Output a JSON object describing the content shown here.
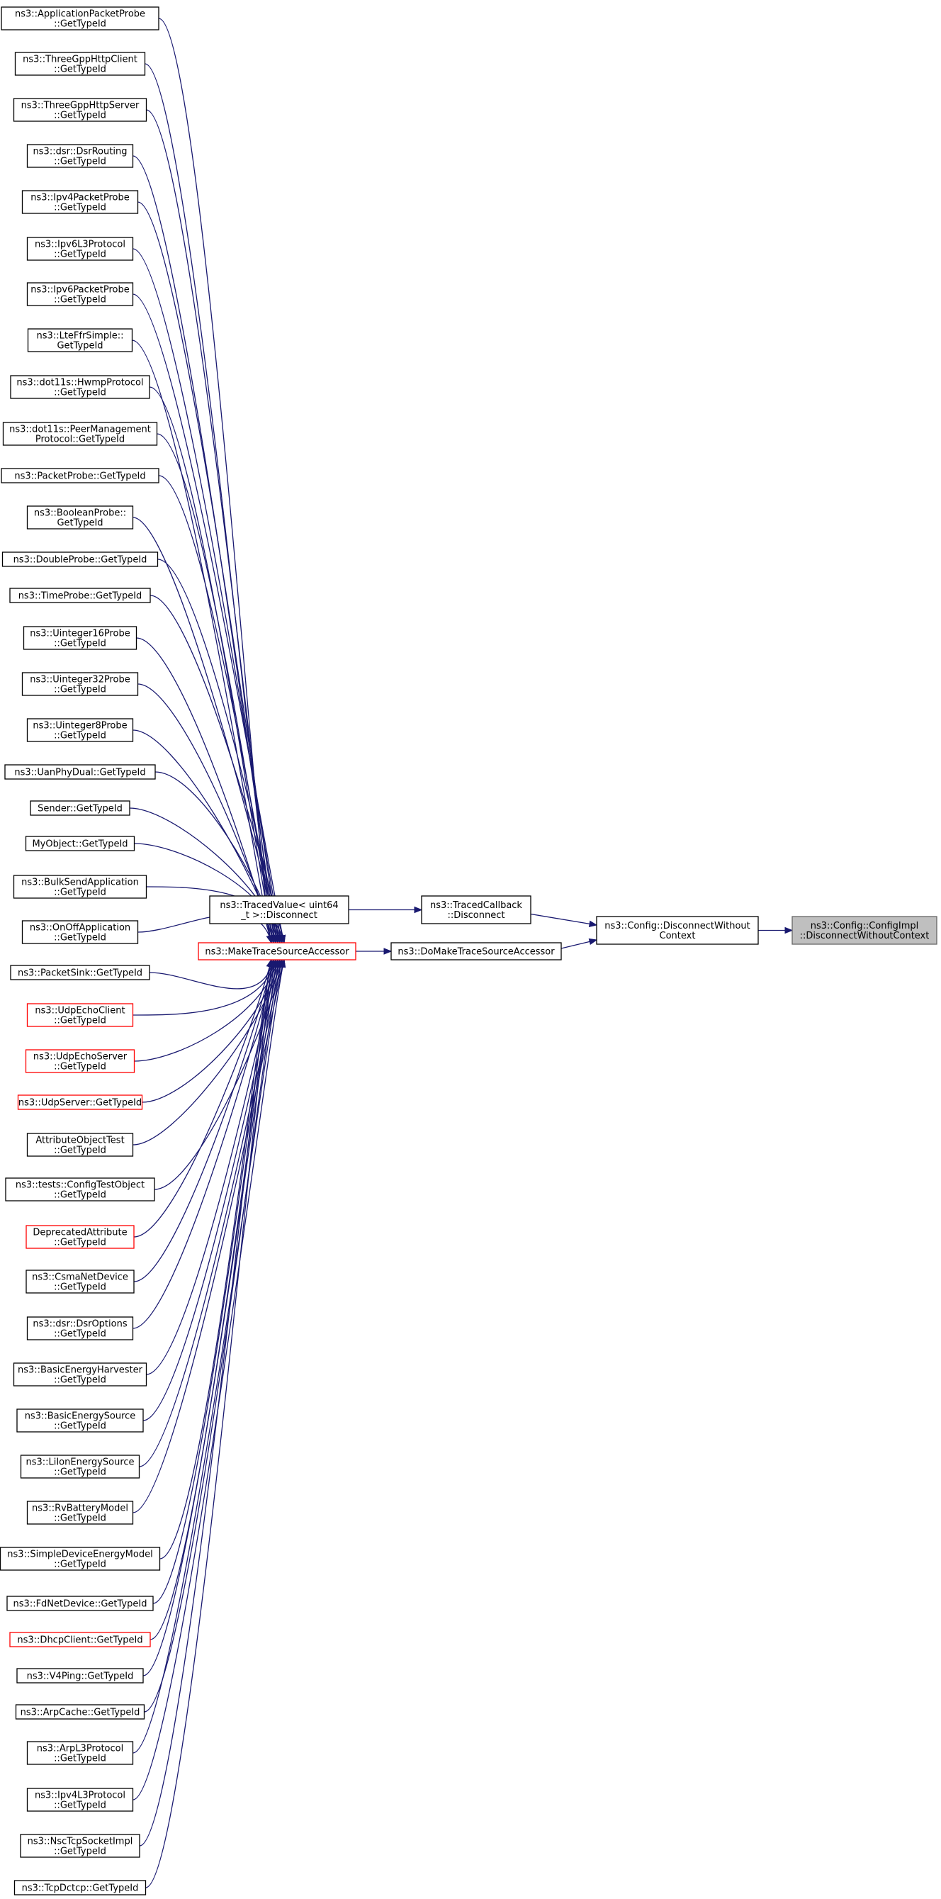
{
  "diagram": {
    "title": "",
    "colors": {
      "edge": "#191970",
      "node_border": "#000000",
      "node_border_red": "#ff0000",
      "root_fill": "#bfbfbf"
    },
    "root": {
      "id": "root",
      "lines": [
        "ns3::Config::ConfigImpl",
        "::DisconnectWithoutContext"
      ]
    },
    "chain": [
      {
        "id": "disconnectWithoutContext",
        "lines": [
          "ns3::Config::DisconnectWithout",
          "Context"
        ]
      },
      {
        "id": "tracedCallbackDisconnect",
        "lines": [
          "ns3::TracedCallback",
          "::Disconnect"
        ]
      },
      {
        "id": "tracedValueDisconnect",
        "lines": [
          "ns3::TracedValue< uint64",
          "_t >::Disconnect"
        ]
      },
      {
        "id": "doMakeTraceSourceAccessor",
        "lines": [
          "ns3::DoMakeTraceSourceAccessor"
        ]
      },
      {
        "id": "makeTraceSourceAccessor",
        "lines": [
          "ns3::MakeTraceSourceAccessor"
        ],
        "red": true
      }
    ],
    "callers": [
      {
        "lines": [
          "ns3::ApplicationPacketProbe",
          "::GetTypeId"
        ]
      },
      {
        "lines": [
          "ns3::ThreeGppHttpClient",
          "::GetTypeId"
        ]
      },
      {
        "lines": [
          "ns3::ThreeGppHttpServer",
          "::GetTypeId"
        ]
      },
      {
        "lines": [
          "ns3::dsr::DsrRouting",
          "::GetTypeId"
        ]
      },
      {
        "lines": [
          "ns3::Ipv4PacketProbe",
          "::GetTypeId"
        ]
      },
      {
        "lines": [
          "ns3::Ipv6L3Protocol",
          "::GetTypeId"
        ]
      },
      {
        "lines": [
          "ns3::Ipv6PacketProbe",
          "::GetTypeId"
        ]
      },
      {
        "lines": [
          "ns3::LteFfrSimple::",
          "GetTypeId"
        ]
      },
      {
        "lines": [
          "ns3::dot11s::HwmpProtocol",
          "::GetTypeId"
        ]
      },
      {
        "lines": [
          "ns3::dot11s::PeerManagement",
          "Protocol::GetTypeId"
        ]
      },
      {
        "lines": [
          "ns3::PacketProbe::GetTypeId"
        ]
      },
      {
        "lines": [
          "ns3::BooleanProbe::",
          "GetTypeId"
        ]
      },
      {
        "lines": [
          "ns3::DoubleProbe::GetTypeId"
        ]
      },
      {
        "lines": [
          "ns3::TimeProbe::GetTypeId"
        ]
      },
      {
        "lines": [
          "ns3::Uinteger16Probe",
          "::GetTypeId"
        ]
      },
      {
        "lines": [
          "ns3::Uinteger32Probe",
          "::GetTypeId"
        ]
      },
      {
        "lines": [
          "ns3::Uinteger8Probe",
          "::GetTypeId"
        ]
      },
      {
        "lines": [
          "ns3::UanPhyDual::GetTypeId"
        ]
      },
      {
        "lines": [
          "Sender::GetTypeId"
        ]
      },
      {
        "lines": [
          "MyObject::GetTypeId"
        ]
      },
      {
        "lines": [
          "ns3::BulkSendApplication",
          "::GetTypeId"
        ]
      },
      {
        "lines": [
          "ns3::OnOffApplication",
          "::GetTypeId"
        ]
      },
      {
        "lines": [
          "ns3::PacketSink::GetTypeId"
        ]
      },
      {
        "lines": [
          "ns3::UdpEchoClient",
          "::GetTypeId"
        ],
        "red": true
      },
      {
        "lines": [
          "ns3::UdpEchoServer",
          "::GetTypeId"
        ],
        "red": true
      },
      {
        "lines": [
          "ns3::UdpServer::GetTypeId"
        ],
        "red": true
      },
      {
        "lines": [
          "AttributeObjectTest",
          "::GetTypeId"
        ]
      },
      {
        "lines": [
          "ns3::tests::ConfigTestObject",
          "::GetTypeId"
        ]
      },
      {
        "lines": [
          "DeprecatedAttribute",
          "::GetTypeId"
        ],
        "red": true
      },
      {
        "lines": [
          "ns3::CsmaNetDevice",
          "::GetTypeId"
        ]
      },
      {
        "lines": [
          "ns3::dsr::DsrOptions",
          "::GetTypeId"
        ]
      },
      {
        "lines": [
          "ns3::BasicEnergyHarvester",
          "::GetTypeId"
        ]
      },
      {
        "lines": [
          "ns3::BasicEnergySource",
          "::GetTypeId"
        ]
      },
      {
        "lines": [
          "ns3::LiIonEnergySource",
          "::GetTypeId"
        ]
      },
      {
        "lines": [
          "ns3::RvBatteryModel",
          "::GetTypeId"
        ]
      },
      {
        "lines": [
          "ns3::SimpleDeviceEnergyModel",
          "::GetTypeId"
        ]
      },
      {
        "lines": [
          "ns3::FdNetDevice::GetTypeId"
        ]
      },
      {
        "lines": [
          "ns3::DhcpClient::GetTypeId"
        ],
        "red": true
      },
      {
        "lines": [
          "ns3::V4Ping::GetTypeId"
        ]
      },
      {
        "lines": [
          "ns3::ArpCache::GetTypeId"
        ]
      },
      {
        "lines": [
          "ns3::ArpL3Protocol",
          "::GetTypeId"
        ]
      },
      {
        "lines": [
          "ns3::Ipv4L3Protocol",
          "::GetTypeId"
        ]
      },
      {
        "lines": [
          "ns3::NscTcpSocketImpl",
          "::GetTypeId"
        ]
      },
      {
        "lines": [
          "ns3::TcpDctcp::GetTypeId"
        ]
      }
    ]
  }
}
